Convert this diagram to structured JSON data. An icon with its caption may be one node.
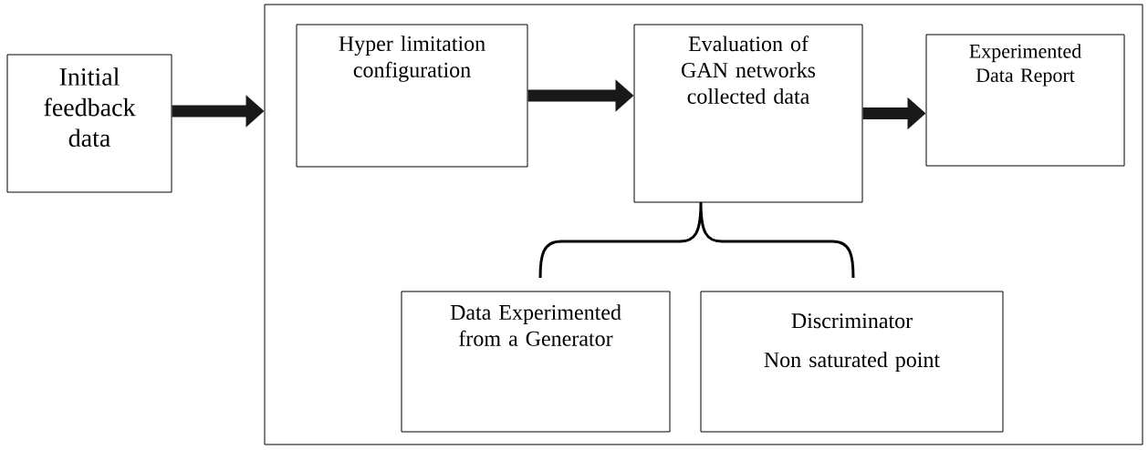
{
  "diagram": {
    "nodes": [
      {
        "text": [
          "Initial feedback data"
        ]
      },
      {
        "text": [],
        "shape": "box"
      },
      {
        "text": [
          "Hyper limitation configuration"
        ],
        "in": 1
      },
      {
        "text": [
          "Evaluation of GAN networks collected data"
        ],
        "in": 1
      },
      {
        "text": [
          "Experimented Data Report"
        ],
        "in": 1
      },
      {
        "text": [
          "Data Experimented from a Generator"
        ],
        "in": 1
      },
      {
        "text": [
          "Discriminator",
          "Non saturated point"
        ],
        "in": 1
      }
    ],
    "edges": [
      {
        "from": 0,
        "to": 1,
        "arrow": "to"
      },
      {
        "from": 2,
        "to": 3,
        "arrow": "to"
      },
      {
        "from": 3,
        "to": 4,
        "arrow": "to"
      }
    ]
  }
}
